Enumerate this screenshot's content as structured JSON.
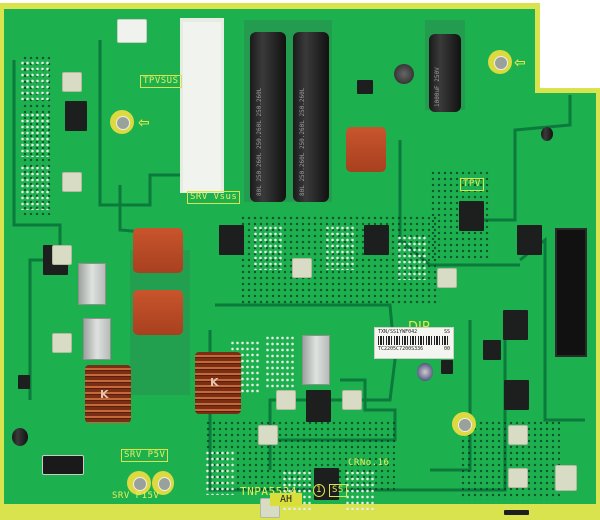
{
  "image": {
    "subject": "Green plasma TV sustain power circuit board (PCB) viewed from component side",
    "board_color": "#1db04f",
    "edge_color": "#d9e34e"
  },
  "silkscreen": {
    "tpvsus": "TPVSUS",
    "srv_vsus": "SRV Vsus",
    "tpv": "TPV",
    "dip": "DIP",
    "crno": "CRNo.16",
    "board_id": "TNPA5524",
    "rev_circle": "1",
    "rev_box": "SS",
    "srv_p5v": "SRV P5V",
    "srv_p15v": "SRV P15V",
    "ah": "AH"
  },
  "sticker": {
    "line1_left": "TXN/SS1YWF042",
    "line1_right": "SS",
    "line2_left": "TC2205C7200S336",
    "line2_right": "00"
  },
  "capacitors": {
    "big_cap_text": "80L 250.260L 250.260L 250.260L",
    "small_cap_text": "1000uF 250V",
    "inductor_mark": "K"
  }
}
